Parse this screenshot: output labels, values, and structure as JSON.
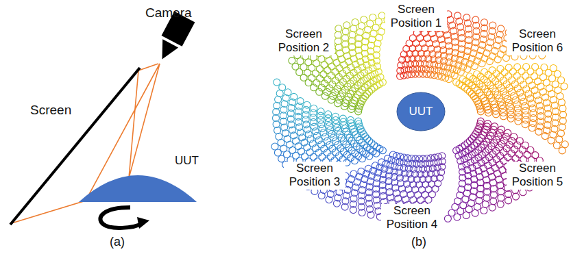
{
  "diagram": {
    "nodes": [
      {
        "text": [
          "UUT"
        ]
      },
      {
        "text": [
          "UUT"
        ]
      }
    ],
    "labels": [
      "Camera",
      "Screen",
      "(a)",
      "Screen Position 1",
      "Screen Position 2",
      "Screen Position 6",
      "Screen Position 3",
      "Screen Position 5",
      "Screen Position 4",
      "(b)"
    ]
  }
}
